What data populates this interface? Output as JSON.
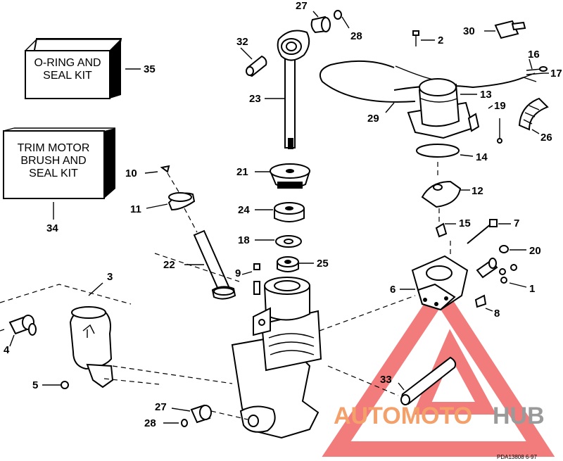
{
  "kits": {
    "oring": {
      "line1": "O-RING AND",
      "line2": "SEAL KIT",
      "number": "35"
    },
    "brush": {
      "line1": "TRIM MOTOR",
      "line2": "BRUSH AND",
      "line3": "SEAL KIT",
      "number": "34"
    }
  },
  "labels": {
    "p1": "1",
    "p2": "2",
    "p3": "3",
    "p4": "4",
    "p5": "5",
    "p6": "6",
    "p7": "7",
    "p8": "8",
    "p9": "9",
    "p10": "10",
    "p11": "11",
    "p12": "12",
    "p13": "13",
    "p14": "14",
    "p15": "15",
    "p16": "16",
    "p17": "17",
    "p18": "18",
    "p19": "19",
    "p20": "20",
    "p21": "21",
    "p22": "22",
    "p23": "23",
    "p24": "24",
    "p25": "25",
    "p26": "26",
    "p27a": "27",
    "p27b": "27",
    "p28a": "28",
    "p28b": "28",
    "p29": "29",
    "p30": "30",
    "p32": "32",
    "p33": "33"
  },
  "drawing_code": "PDA13808 6-97",
  "watermark": {
    "text_a": "AUTOMOTO",
    "text_b": "HUB",
    "color_a": "#f4a06a",
    "color_b": "#9a9a9a",
    "logo_color": "#ee5050"
  }
}
